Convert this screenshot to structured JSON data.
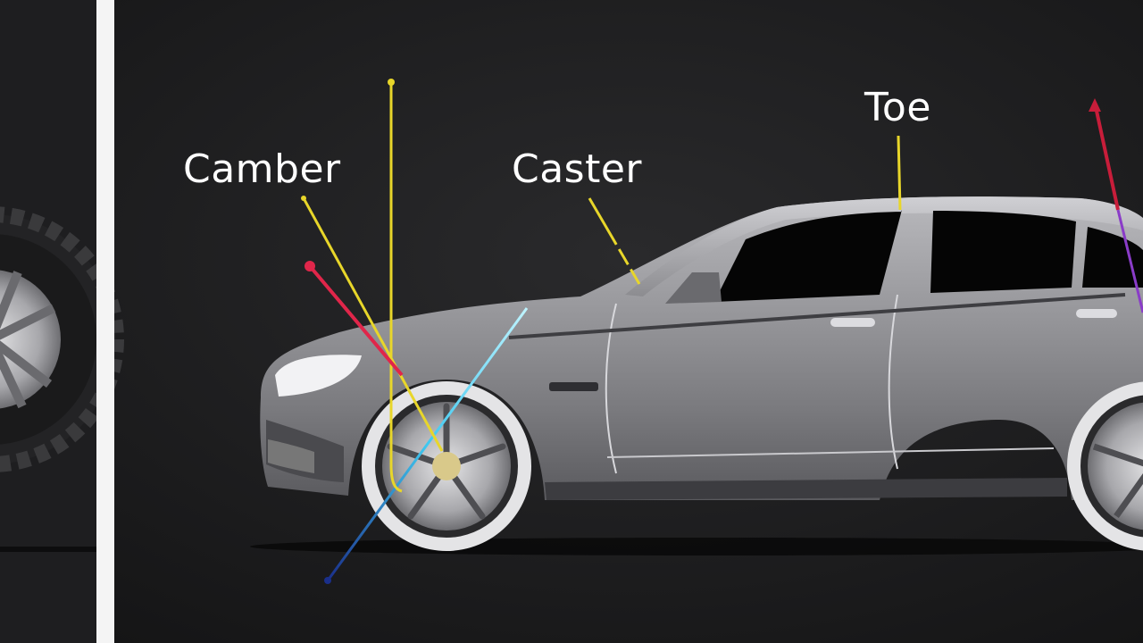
{
  "labels": {
    "camber": "Camber",
    "caster": "Caster",
    "toe": "Toe"
  },
  "colors": {
    "background": "#1c1c1e",
    "camber_line": "#e8d62a",
    "caster_line": "#e8d62a",
    "toe_line": "#e8d62a",
    "red_marker": "#e0264a",
    "blue_axis": "#3fc8f0",
    "car_body": "#8e8e92",
    "divider": "#f4f4f4"
  },
  "icons": {
    "left_panel": "tire-closeup-icon",
    "car": "sedan-side-view-icon"
  }
}
